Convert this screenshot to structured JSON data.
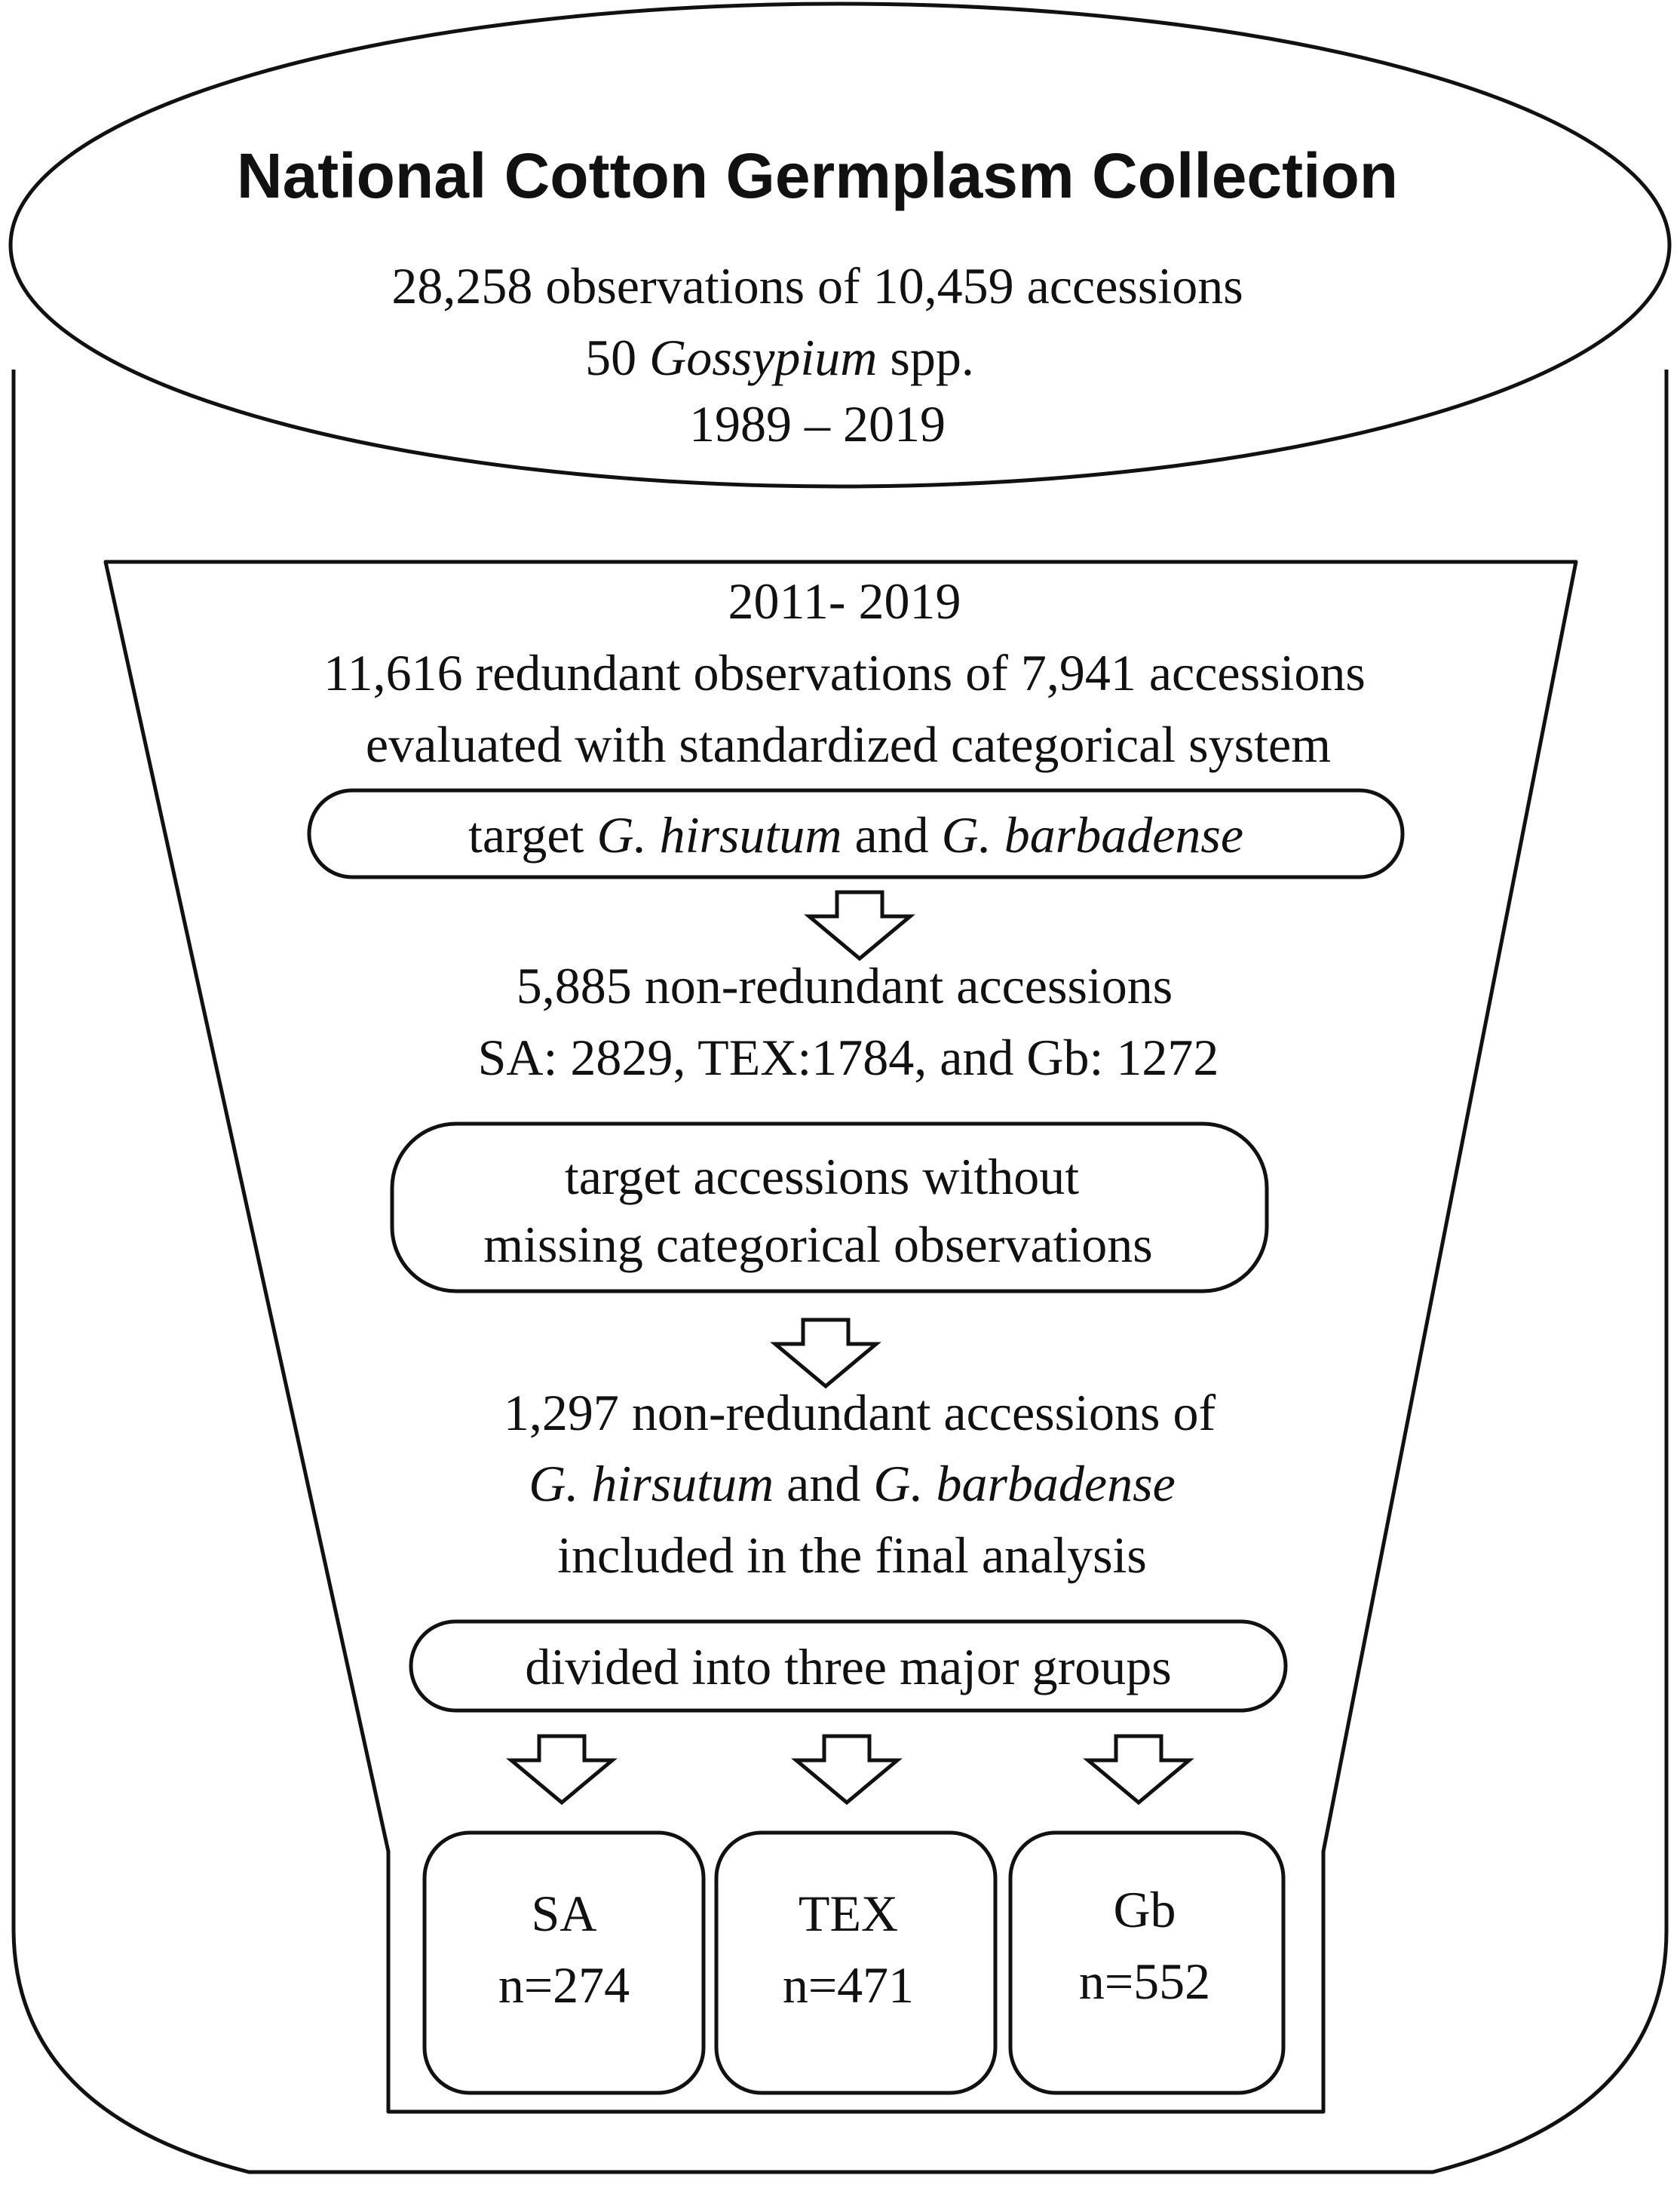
{
  "collection": {
    "title": "National Cotton Germplasm Collection",
    "observations_line": "28,258 observations of 10,459 accessions",
    "species_count": "50",
    "species_genus": "Gossypium",
    "species_suffix": "spp.",
    "years": "1989 – 2019"
  },
  "funnel": {
    "years": "2011- 2019",
    "redundant_line": "11,616 redundant observations of 7,941 accessions",
    "evaluated_line": "evaluated with standardized categorical system"
  },
  "step1": {
    "prefix": "target",
    "species_a": "G. hirsutum",
    "conjunction": "and",
    "species_b": "G. barbadense"
  },
  "result1": {
    "line1": "5,885 non-redundant accessions",
    "line2": "SA: 2829, TEX:1784, and Gb: 1272"
  },
  "step2": {
    "line1": "target accessions without",
    "line2": "missing categorical observations"
  },
  "result2": {
    "line1": "1,297 non-redundant accessions of",
    "species_a": "G. hirsutum",
    "conjunction": "and",
    "species_b": "G. barbadense",
    "line3": "included in the final analysis"
  },
  "step3": {
    "label": "divided into three major groups"
  },
  "groups": [
    {
      "name": "SA",
      "n": "n=274"
    },
    {
      "name": "TEX",
      "n": "n=471"
    },
    {
      "name": "Gb",
      "n": "n=552"
    }
  ],
  "icons": {
    "arrow": "hollow-down-arrow-icon"
  }
}
